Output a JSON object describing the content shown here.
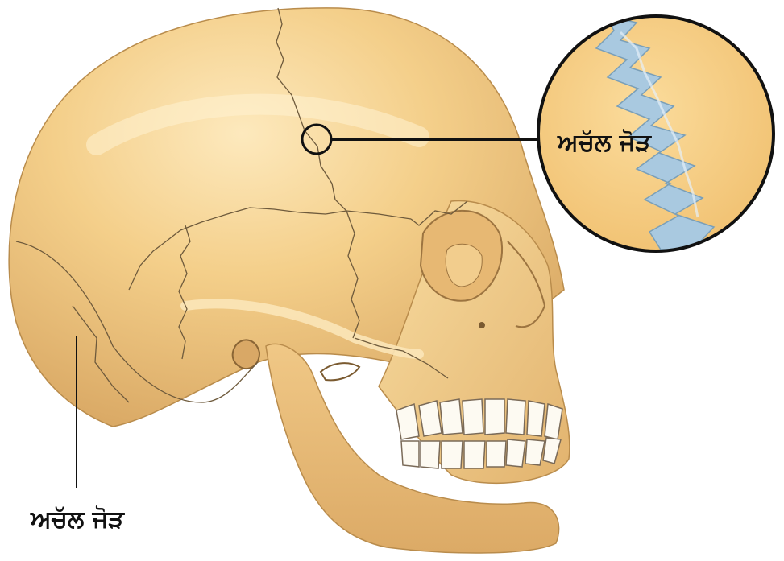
{
  "labels": {
    "zoom_label": "ਅਚੱਲ ਜੋੜ",
    "bottom_label": "ਅਚੱਲ ਜੋੜ"
  },
  "colors": {
    "bone": "#f2cc85",
    "bone_light": "#fae4b0",
    "bone_shadow": "#d9a660",
    "suture_line": "#6e5a3c",
    "suture_zoom": "#a9c9e0",
    "pointer": "#111111",
    "background": "#ffffff"
  },
  "illustration": {
    "subject": "skull-lateral-view",
    "detail": "zoomed-suture"
  }
}
